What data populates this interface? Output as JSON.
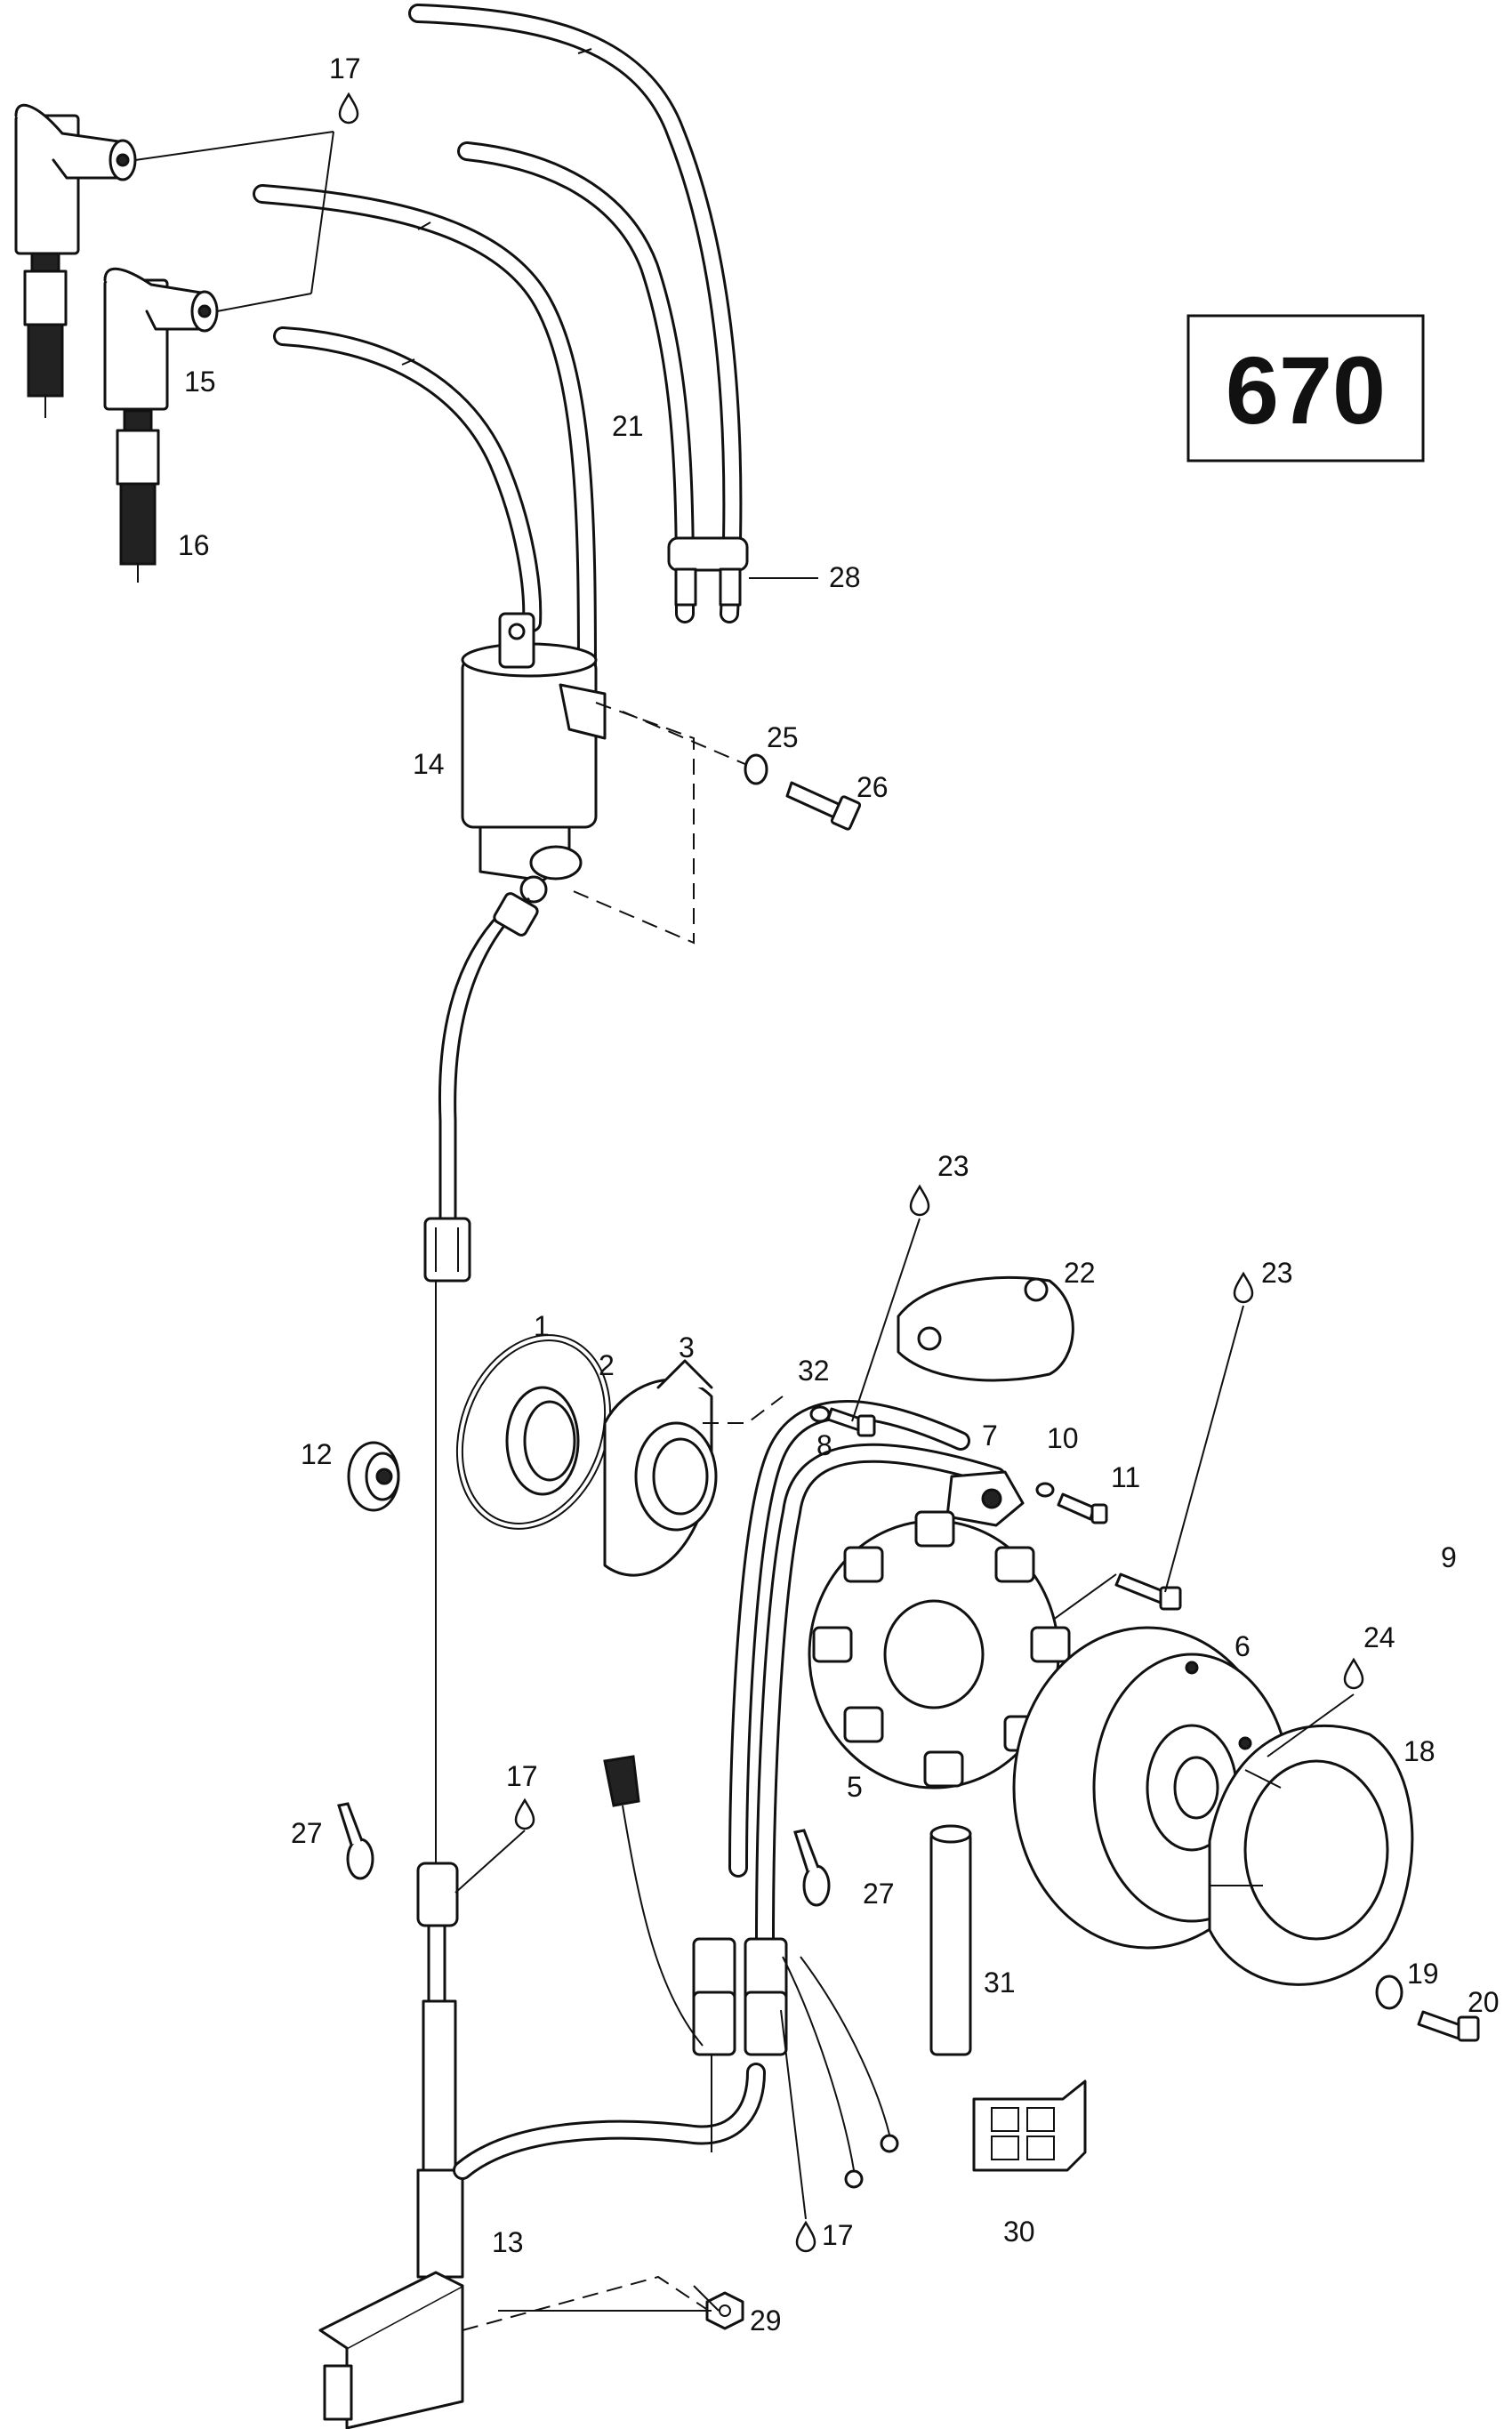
{
  "engine_model": "670",
  "callouts": [
    {
      "id": "c1",
      "text": "1"
    },
    {
      "id": "c2",
      "text": "2"
    },
    {
      "id": "c3",
      "text": "3"
    },
    {
      "id": "c5",
      "text": "5"
    },
    {
      "id": "c6",
      "text": "6"
    },
    {
      "id": "c7",
      "text": "7"
    },
    {
      "id": "c8",
      "text": "8"
    },
    {
      "id": "c9",
      "text": "9"
    },
    {
      "id": "c10",
      "text": "10"
    },
    {
      "id": "c11",
      "text": "11"
    },
    {
      "id": "c12",
      "text": "12"
    },
    {
      "id": "c13",
      "text": "13"
    },
    {
      "id": "c14",
      "text": "14"
    },
    {
      "id": "c15",
      "text": "15"
    },
    {
      "id": "c16",
      "text": "16"
    },
    {
      "id": "c17a",
      "text": "17"
    },
    {
      "id": "c17b",
      "text": "17"
    },
    {
      "id": "c17c",
      "text": "17"
    },
    {
      "id": "c18",
      "text": "18"
    },
    {
      "id": "c19",
      "text": "19"
    },
    {
      "id": "c20",
      "text": "20"
    },
    {
      "id": "c21",
      "text": "21"
    },
    {
      "id": "c22",
      "text": "22"
    },
    {
      "id": "c23a",
      "text": "23"
    },
    {
      "id": "c23b",
      "text": "23"
    },
    {
      "id": "c24",
      "text": "24"
    },
    {
      "id": "c25",
      "text": "25"
    },
    {
      "id": "c26",
      "text": "26"
    },
    {
      "id": "c27a",
      "text": "27"
    },
    {
      "id": "c27b",
      "text": "27"
    },
    {
      "id": "c28",
      "text": "28"
    },
    {
      "id": "c29",
      "text": "29"
    },
    {
      "id": "c30",
      "text": "30"
    },
    {
      "id": "c31",
      "text": "31"
    },
    {
      "id": "c32",
      "text": "32"
    }
  ]
}
